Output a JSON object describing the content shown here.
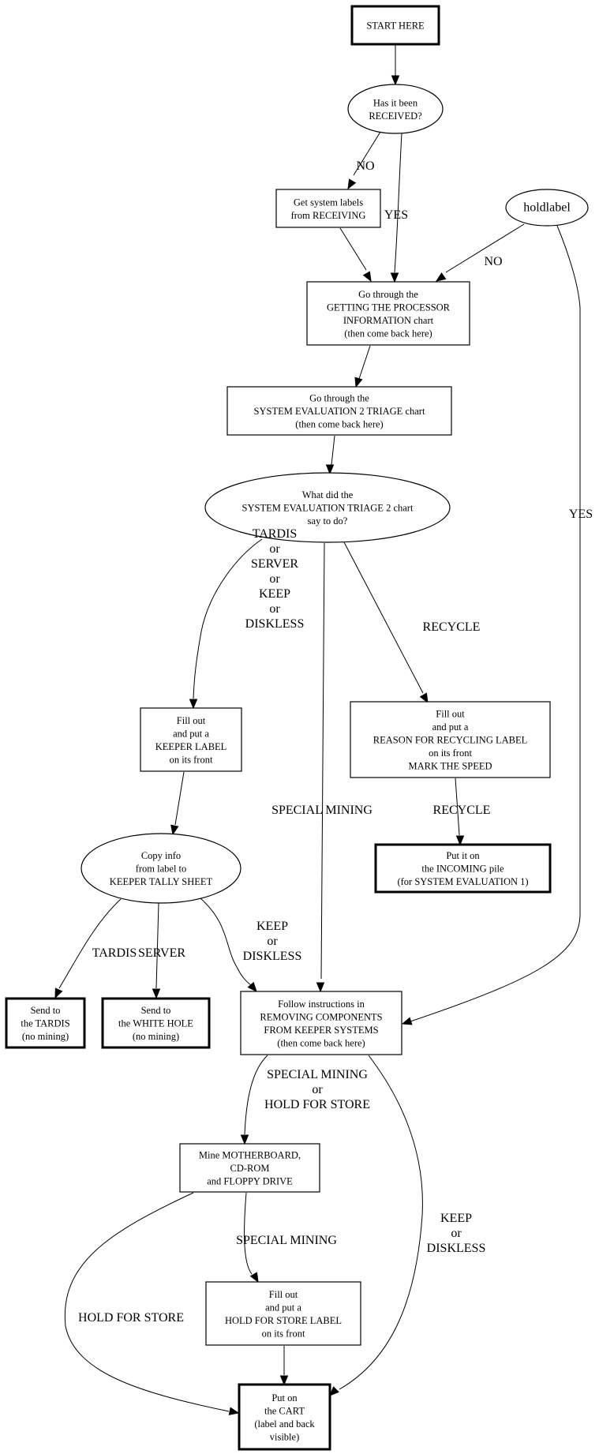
{
  "title": "System processing flowchart",
  "nodes": {
    "start": {
      "lines": [
        "START HERE"
      ],
      "shape": "box",
      "bold": true
    },
    "received": {
      "lines": [
        "Has it been",
        "RECEIVED?"
      ],
      "shape": "ellipse"
    },
    "get_labels": {
      "lines": [
        "Get system labels",
        "from RECEIVING"
      ],
      "shape": "box"
    },
    "holdlabel": {
      "lines": [
        "holdlabel"
      ],
      "shape": "ellipse"
    },
    "processor": {
      "lines": [
        "Go through the",
        "GETTING THE PROCESSOR",
        "INFORMATION chart",
        "(then come back here)"
      ],
      "shape": "box"
    },
    "triage": {
      "lines": [
        "Go through the",
        "SYSTEM EVALUATION 2 TRIAGE chart",
        "(then come back here)"
      ],
      "shape": "box"
    },
    "what_did": {
      "lines": [
        "What did the",
        "SYSTEM EVALUATION TRIAGE 2 chart",
        "say to do?"
      ],
      "shape": "ellipse"
    },
    "keeper_label": {
      "lines": [
        "Fill out",
        "and put a",
        "KEEPER LABEL",
        "on its front"
      ],
      "shape": "box"
    },
    "recycling_label": {
      "lines": [
        "Fill out",
        "and put a",
        "REASON FOR RECYCLING LABEL",
        "on its front",
        "MARK THE SPEED"
      ],
      "shape": "box"
    },
    "incoming": {
      "lines": [
        "Put it on",
        "the INCOMING pile",
        "(for SYSTEM EVALUATION 1)"
      ],
      "shape": "box",
      "bold": true
    },
    "copy_info": {
      "lines": [
        "Copy info",
        "from label to",
        "KEEPER TALLY SHEET"
      ],
      "shape": "ellipse"
    },
    "tardis": {
      "lines": [
        "Send to",
        "the TARDIS",
        "(no mining)"
      ],
      "shape": "box",
      "bold": true
    },
    "white_hole": {
      "lines": [
        "Send to",
        "the WHITE HOLE",
        "(no mining)"
      ],
      "shape": "box",
      "bold": true
    },
    "removing": {
      "lines": [
        "Follow instructions in",
        "REMOVING COMPONENTS",
        "FROM KEEPER SYSTEMS",
        "(then come back here)"
      ],
      "shape": "box"
    },
    "mine": {
      "lines": [
        "Mine MOTHERBOARD,",
        "CD-ROM",
        "and FLOPPY DRIVE"
      ],
      "shape": "box"
    },
    "hold_store_label": {
      "lines": [
        "Fill out",
        "and put a",
        "HOLD FOR STORE LABEL",
        "on its front"
      ],
      "shape": "box"
    },
    "cart": {
      "lines": [
        "Put on",
        "the CART",
        "(label and back",
        "visible)"
      ],
      "shape": "box",
      "bold": true
    }
  },
  "edges": [
    {
      "from": "start",
      "to": "received",
      "label": []
    },
    {
      "from": "received",
      "to": "get_labels",
      "label": [
        "NO"
      ]
    },
    {
      "from": "received",
      "to": "processor",
      "label": [
        "YES"
      ]
    },
    {
      "from": "get_labels",
      "to": "processor",
      "label": []
    },
    {
      "from": "holdlabel",
      "to": "processor",
      "label": [
        "NO"
      ]
    },
    {
      "from": "holdlabel",
      "to": "removing",
      "label": [
        "YES"
      ]
    },
    {
      "from": "processor",
      "to": "triage",
      "label": []
    },
    {
      "from": "triage",
      "to": "what_did",
      "label": []
    },
    {
      "from": "what_did",
      "to": "keeper_label",
      "label": [
        "TARDIS",
        "or",
        "SERVER",
        "or",
        "KEEP",
        "or",
        "DISKLESS"
      ]
    },
    {
      "from": "what_did",
      "to": "removing",
      "label": [
        "SPECIAL MINING"
      ]
    },
    {
      "from": "what_did",
      "to": "recycling_label",
      "label": [
        "RECYCLE"
      ]
    },
    {
      "from": "recycling_label",
      "to": "incoming",
      "label": [
        "RECYCLE"
      ]
    },
    {
      "from": "keeper_label",
      "to": "copy_info",
      "label": []
    },
    {
      "from": "copy_info",
      "to": "tardis",
      "label": [
        "TARDIS"
      ]
    },
    {
      "from": "copy_info",
      "to": "white_hole",
      "label": [
        "SERVER"
      ]
    },
    {
      "from": "copy_info",
      "to": "removing",
      "label": [
        "KEEP",
        "or",
        "DISKLESS"
      ]
    },
    {
      "from": "removing",
      "to": "mine",
      "label": [
        "SPECIAL MINING",
        "or",
        "HOLD FOR STORE"
      ]
    },
    {
      "from": "removing",
      "to": "cart",
      "label": [
        "KEEP",
        "or",
        "DISKLESS"
      ]
    },
    {
      "from": "mine",
      "to": "hold_store_label",
      "label": [
        "SPECIAL MINING"
      ]
    },
    {
      "from": "mine",
      "to": "cart",
      "label": [
        "HOLD FOR STORE"
      ]
    },
    {
      "from": "hold_store_label",
      "to": "cart",
      "label": []
    }
  ]
}
